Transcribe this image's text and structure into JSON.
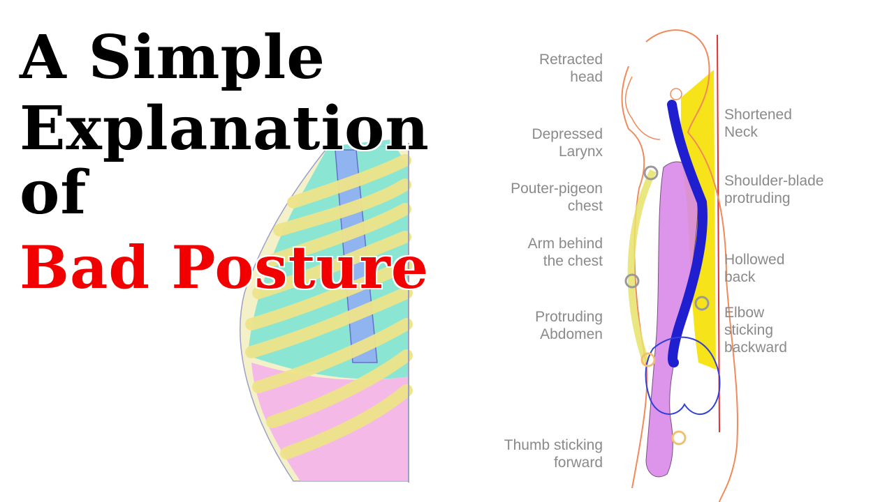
{
  "title": {
    "line1": "A Simple",
    "line2": "Explanation",
    "line3": "of",
    "line4": "Bad Posture"
  },
  "labels_left": [
    "Retracted\nhead",
    "Depressed\nLarynx",
    "Pouter-pigeon\nchest",
    "Arm behind\nthe chest",
    "Protruding\nAbdomen",
    "Thumb sticking\nforward"
  ],
  "labels_right": [
    "Shortened\nNeck",
    "Shoulder-blade\nprotruding",
    "Hollowed\nback",
    "Elbow\nsticking\nbackward"
  ],
  "colors": {
    "title_black": "#000000",
    "title_red": "#f20000",
    "label_gray": "#8a8a8a",
    "body_outline": "#f08a5a",
    "spine_blue": "#1f1fd0",
    "yellow": "#f5e000",
    "purple": "#d98ae8",
    "cyan": "#7fe3d4",
    "pink": "#f4b3ea"
  }
}
